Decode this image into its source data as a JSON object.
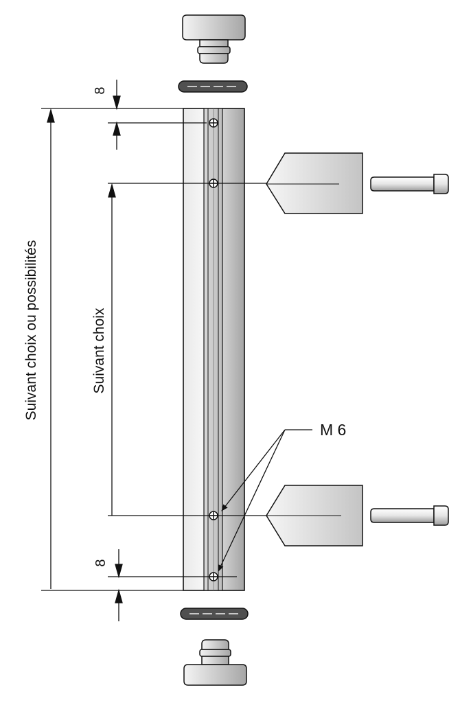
{
  "labels": {
    "dim_top": "8",
    "dim_bottom": "8",
    "overall": "Suivant choix ou possibilités",
    "spacing": "Suivant choix",
    "thread": "M 6"
  },
  "colors": {
    "line": "#111111",
    "bar_light": "#f4f4f4",
    "bar_dark": "#9a9a9a",
    "part_light": "#f2f2f2",
    "part_dark": "#8c8c8c"
  }
}
